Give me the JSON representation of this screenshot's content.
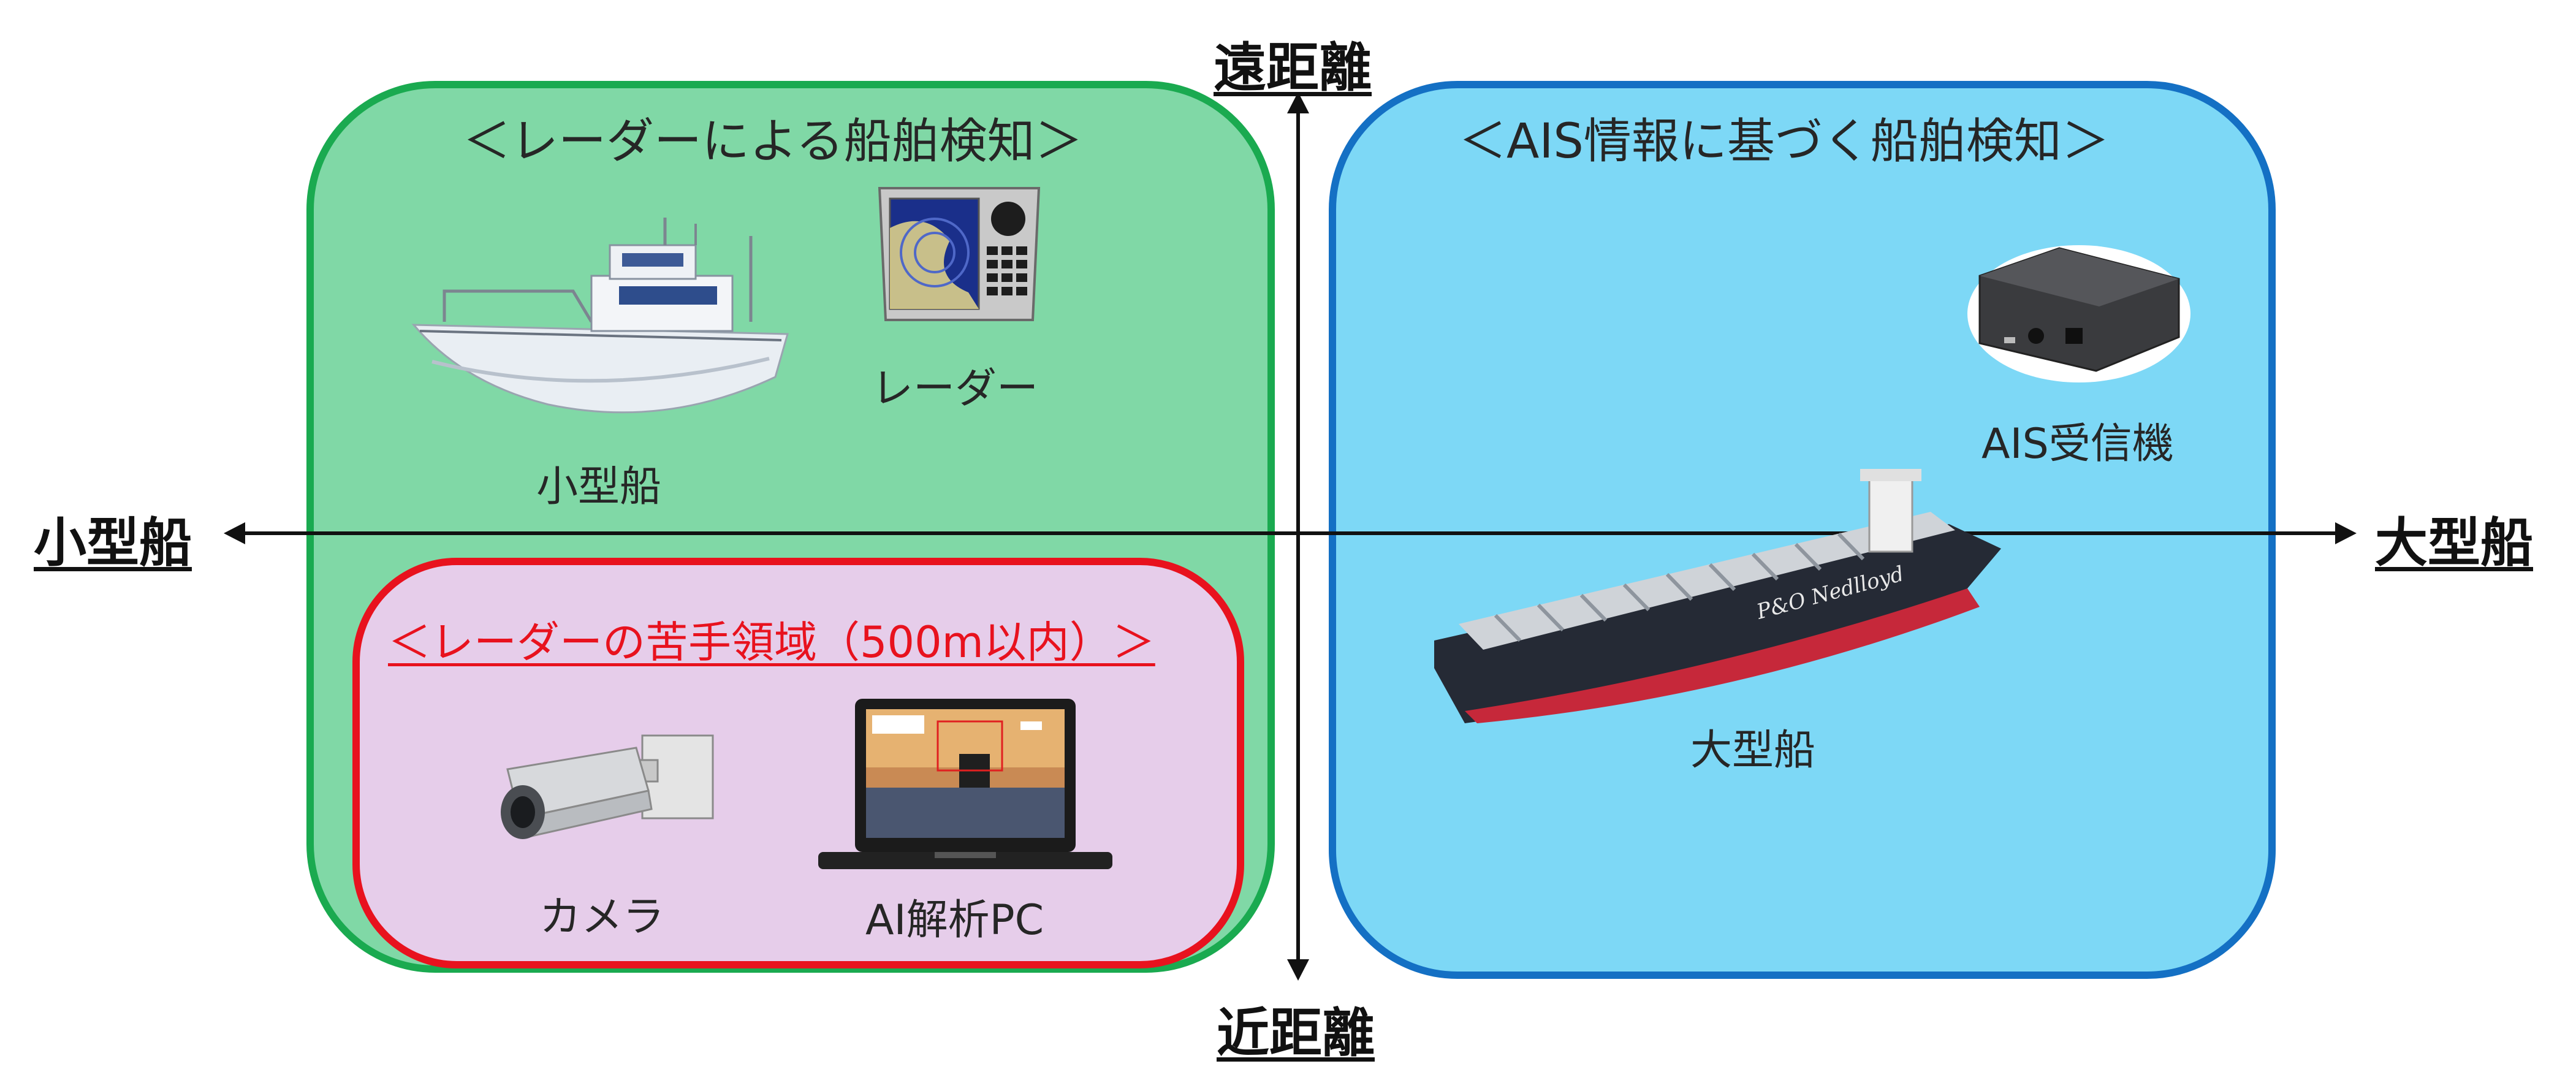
{
  "axes": {
    "top_label": "遠距離",
    "bottom_label": "近距離",
    "left_label": "小型船",
    "right_label": "大型船"
  },
  "radar_panel": {
    "title": "＜レーダーによる船舶検知＞",
    "small_boat_label": "小型船",
    "radar_label": "レーダー",
    "color_fill": "#80d8a6",
    "color_border": "#1aaa50"
  },
  "weak_zone_panel": {
    "title": "＜レーダーの苦手領域（500m以内）＞",
    "camera_label": "カメラ",
    "pc_label": "AI解析PC",
    "color_fill": "#e6cdea",
    "color_border": "#e8121e"
  },
  "ais_panel": {
    "title": "＜AIS情報に基づく船舶検知＞",
    "receiver_label": "AIS受信機",
    "large_ship_label": "大型船",
    "color_fill": "#7dd8f6",
    "color_border": "#1470c4"
  },
  "icons": {
    "small_boat": "fishing-boat-photo",
    "radar": "radar-display-icon",
    "ais_receiver": "ais-receiver-box-icon",
    "large_ship": "container-ship-photo",
    "camera": "security-camera-icon",
    "pc": "laptop-icon"
  }
}
